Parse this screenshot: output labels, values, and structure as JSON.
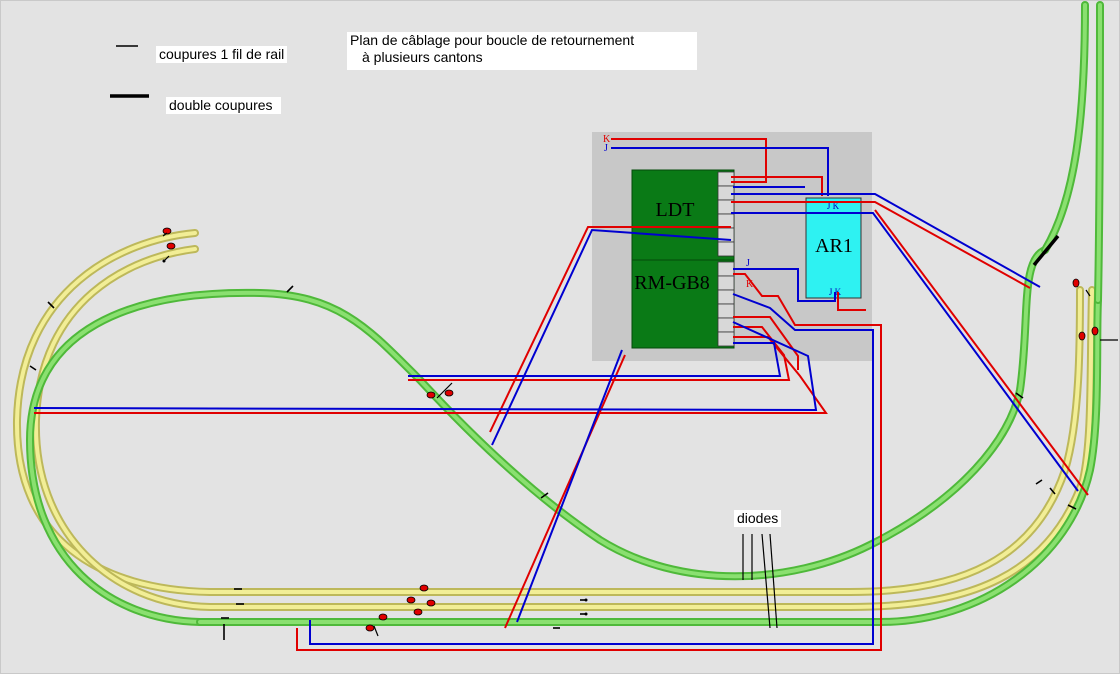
{
  "legend": {
    "single_cut_label": "coupures 1 fil de rail",
    "double_cut_label": "double coupures"
  },
  "title": {
    "line1": "Plan de câblage pour boucle de retournement",
    "line2": "à plusieurs cantons"
  },
  "modules": {
    "ldt": "LDT",
    "rm_gb8": "RM-GB8",
    "ar1": "AR1"
  },
  "terminals": {
    "k": "K",
    "j": "J",
    "ar1_top": "J K",
    "ar1_bottom": "J K"
  },
  "diodes_label": "diodes",
  "colors": {
    "background": "#e3e3e3",
    "track_green": "#6ed35a",
    "track_yellow": "#e6e27a",
    "module_green": "#0a7a16",
    "ar1_cyan": "#2ef2f2",
    "wire_red": "#e00000",
    "wire_blue": "#0000d0",
    "signal_red": "#e00000"
  }
}
